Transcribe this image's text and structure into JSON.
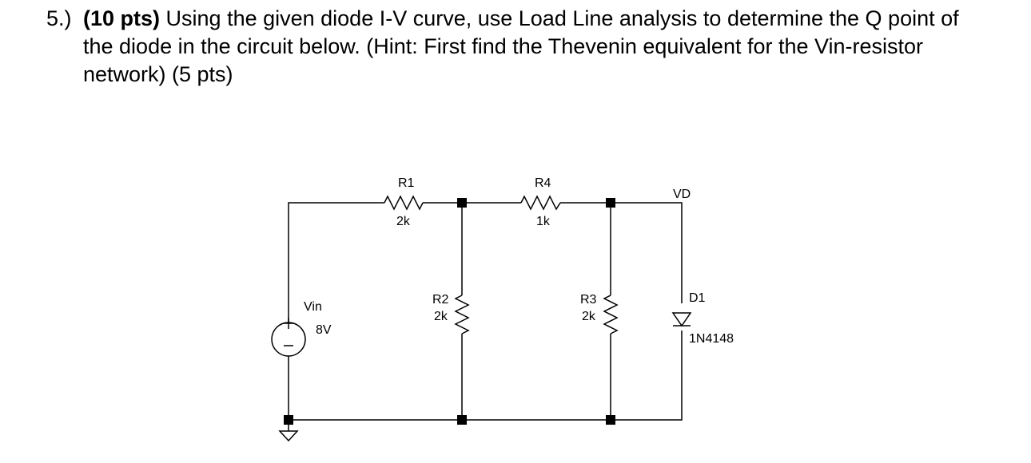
{
  "question": {
    "number": "5.)",
    "points": "(10 pts)",
    "prompt": " Using the given diode I-V curve, use Load Line analysis to determine the Q point of the diode in the circuit below. (Hint: First find the Thevenin equivalent for the Vin-resistor network) (5 pts)"
  },
  "circuit": {
    "source": {
      "name": "Vin",
      "value": "8V",
      "plus": "+",
      "minus": "−"
    },
    "r1": {
      "name": "R1",
      "value": "2k"
    },
    "r2": {
      "name": "R2",
      "value": "2k"
    },
    "r3": {
      "name": "R3",
      "value": "2k"
    },
    "r4": {
      "name": "R4",
      "value": "1k"
    },
    "vd": {
      "name": "VD"
    },
    "diode": {
      "name": "D1",
      "model": "1N4148"
    }
  }
}
